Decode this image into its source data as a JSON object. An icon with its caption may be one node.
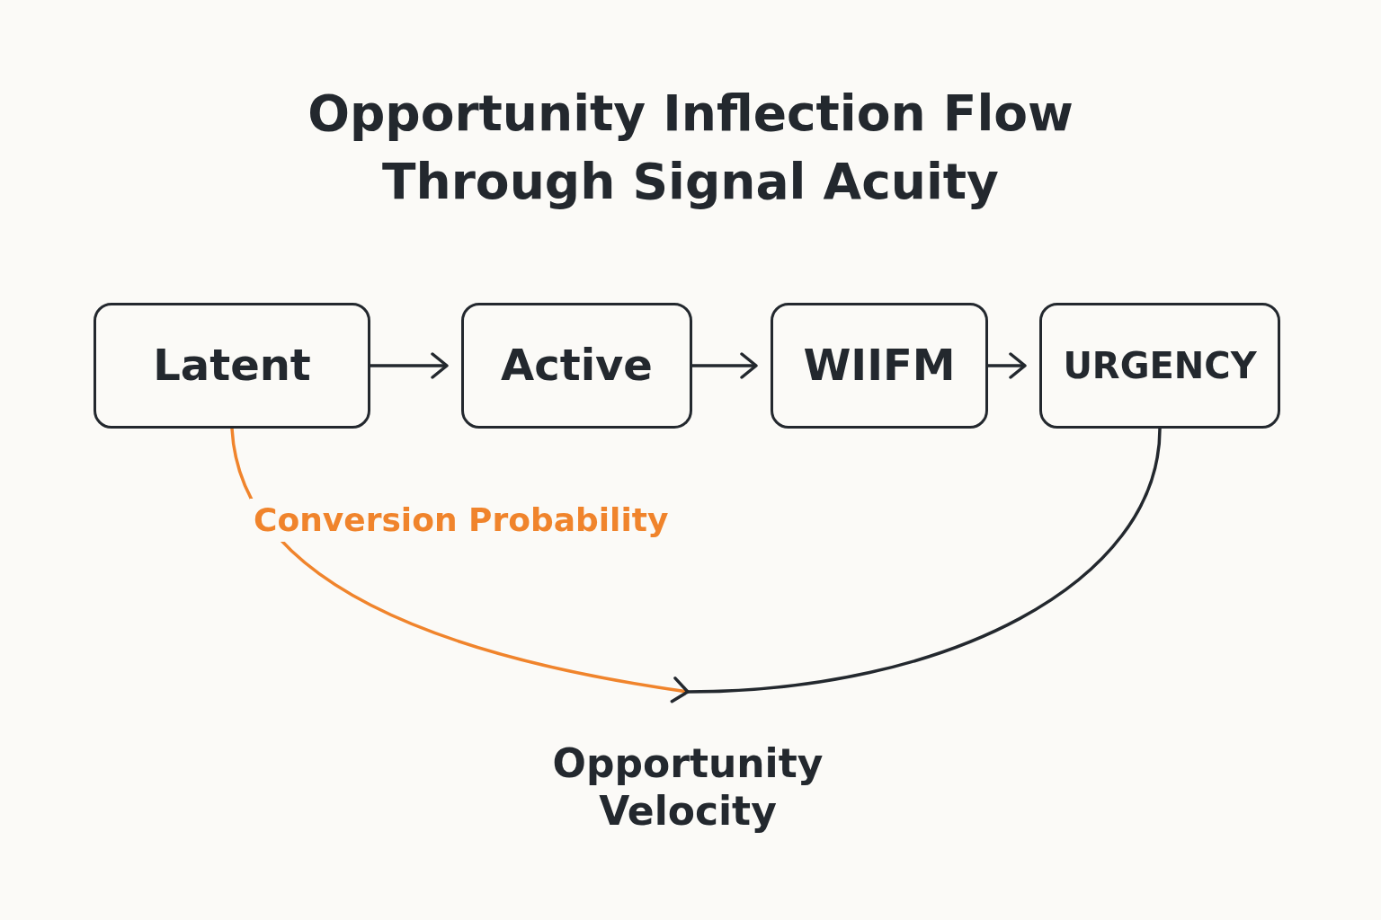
{
  "diagram": {
    "title": "Opportunity Inflection Flow Through Signal Acuity",
    "nodes": [
      {
        "text": [
          "Latent"
        ]
      },
      {
        "text": [
          "Active"
        ]
      },
      {
        "text": [
          "WIIFM"
        ]
      },
      {
        "text": [
          "URGENCY"
        ]
      },
      {
        "text": [
          "Opportunity Velocity"
        ]
      }
    ],
    "edges": [
      {
        "from": 0,
        "to": 1,
        "arrow": "to"
      },
      {
        "from": 1,
        "to": 2,
        "arrow": "to"
      },
      {
        "from": 2,
        "to": 3,
        "arrow": "to"
      },
      {
        "from": 0,
        "to": 4,
        "arrow": "to",
        "label": "Conversion Probability",
        "color": "#f0842c"
      },
      {
        "from": 3,
        "to": 4,
        "arrow": "none"
      }
    ]
  }
}
